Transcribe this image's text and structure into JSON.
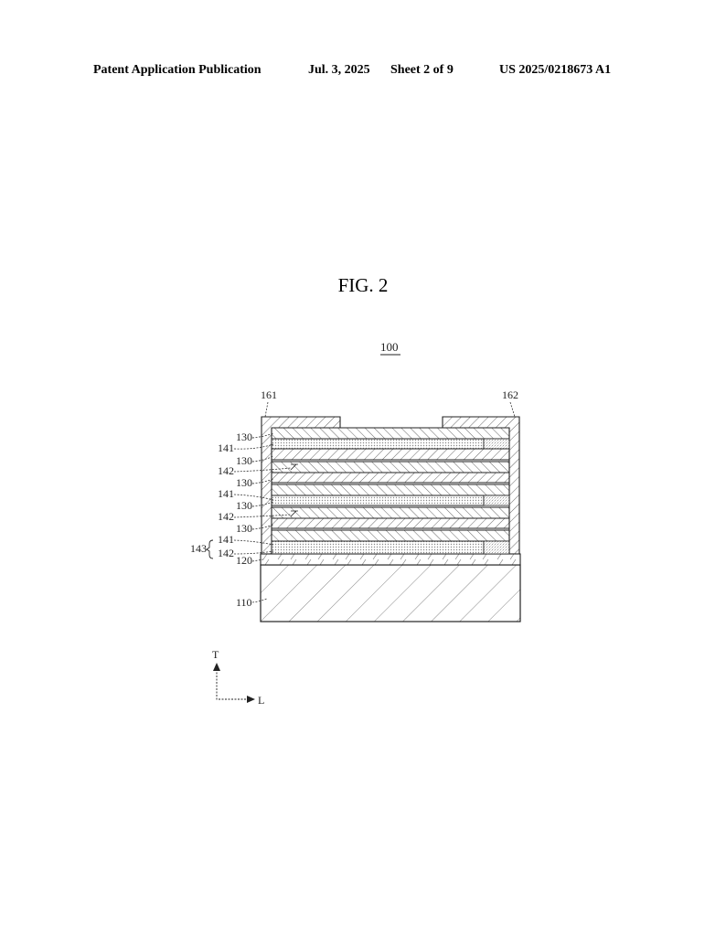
{
  "header": {
    "publication": "Patent Application Publication",
    "date": "Jul. 3, 2025",
    "sheet": "Sheet 2 of 9",
    "number": "US 2025/0218673 A1"
  },
  "figure": {
    "title": "FIG. 2",
    "ref_main": "100",
    "ref_161": "161",
    "ref_162": "162",
    "labels": {
      "l130a": "130",
      "l141a": "141",
      "l130b": "130",
      "l142a": "142",
      "l130c": "130",
      "l141b": "141",
      "l130d": "130",
      "l142b": "142",
      "l130e": "130",
      "l143": "143",
      "l141c": "141",
      "l142c": "142",
      "l120": "120",
      "l110": "110"
    },
    "axis": {
      "t": "T",
      "l": "L"
    }
  }
}
